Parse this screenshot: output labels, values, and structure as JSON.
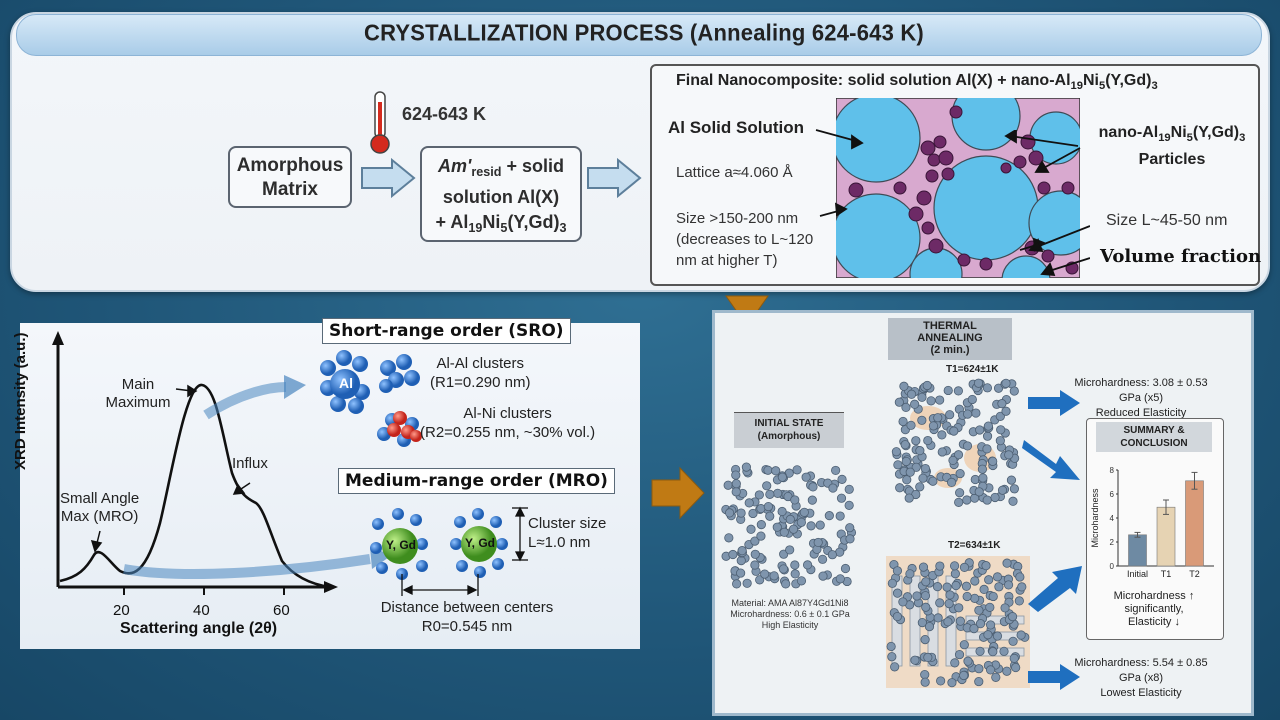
{
  "title": "CRYSTALLIZATION PROCESS (Annealing 624-643 K)",
  "temperature": "624-643 K",
  "flow": {
    "box1": [
      "Amorphous",
      "Matrix"
    ],
    "box2": {
      "line1_main": "Am'",
      "line1_sub": "resid",
      "line1_rest": " + solid",
      "line2": "solution Al(X)",
      "line3a": "+ Al",
      "line3b": "19",
      "line3c": "Ni",
      "line3d": "5",
      "line3e": "(Y,Gd)",
      "line3f": "3"
    }
  },
  "final": {
    "heading_a": "Final Nanocomposite: solid solution Al(X) + nano-Al",
    "heading_b": "19",
    "heading_c": "Ni",
    "heading_d": "5",
    "heading_e": "(Y,Gd)",
    "heading_f": "3",
    "al_solid": "Al Solid Solution",
    "lattice": "Lattice a≈4.060 Å",
    "size1": "Size >150-200 nm",
    "size2": "(decreases to L~120",
    "size3": "nm at higher T)",
    "nano_a": "nano-Al",
    "nano_b": "19",
    "nano_c": "Ni",
    "nano_d": "5",
    "nano_e": "(Y,Gd)",
    "nano_f": "3",
    "particles": "Particles",
    "size_L": "Size L~45-50 nm",
    "volume_fraction": "Volume fraction"
  },
  "xrd": {
    "sro_title": "Short-range order (SRO)",
    "mro_title": "Medium-range order (MRO)",
    "ylabel": "XRD Intensity (a.u.)",
    "xlabel": "Scattering angle (2θ)",
    "ticks": [
      "20",
      "40",
      "60"
    ],
    "main_max": [
      "Main",
      "Maximum"
    ],
    "small_angle": [
      "Small Angle",
      "Max (MRO)"
    ],
    "influx": "Influx",
    "alal": [
      "Al-Al clusters",
      "(R1=0.290 nm)"
    ],
    "alni": [
      "Al-Ni clusters",
      "(R2=0.255 nm, ~30% vol.)"
    ],
    "al_atom": "Al",
    "ygd": "Y, Gd",
    "cluster_size": [
      "Cluster size",
      "L≈1.0 nm"
    ],
    "distance": [
      "Distance between centers",
      "R0=0.545 nm"
    ]
  },
  "right": {
    "thermal": [
      "THERMAL",
      "ANNEALING",
      "(2 min.)"
    ],
    "initial": [
      "INITIAL STATE",
      "(Amorphous)"
    ],
    "t1": "T1=624±1K",
    "t2": "T2=634±1K",
    "mh1": [
      "Microhardness: 3.08 ± 0.53 GPa (x5)",
      "Reduced Elasticity"
    ],
    "mh2": [
      "Microhardness: 5.54 ± 0.85 GPa (x8)",
      "Lowest Elasticity"
    ],
    "material": [
      "Material: AMA Al87Y4Gd1Ni8",
      "Microhardness: 0.6 ± 0.1 GPa",
      "High Elasticity"
    ],
    "summary": [
      "SUMMARY &",
      "CONCLUSION"
    ],
    "chart_note": [
      "Microhardness ↑",
      "significantly,",
      "Elasticity ↓"
    ]
  },
  "chart_data": {
    "type": "bar",
    "categories": [
      "Initial",
      "T1",
      "T2"
    ],
    "values": [
      2.6,
      4.9,
      7.1
    ],
    "errors": [
      0.2,
      0.6,
      0.7
    ],
    "ylabel": "Microhardness",
    "ylim": [
      0,
      8
    ],
    "yticks": [
      "0",
      "2",
      "4",
      "6",
      "8"
    ],
    "colors": [
      "#6e8aa3",
      "#e6d3b3",
      "#d99a78"
    ]
  }
}
